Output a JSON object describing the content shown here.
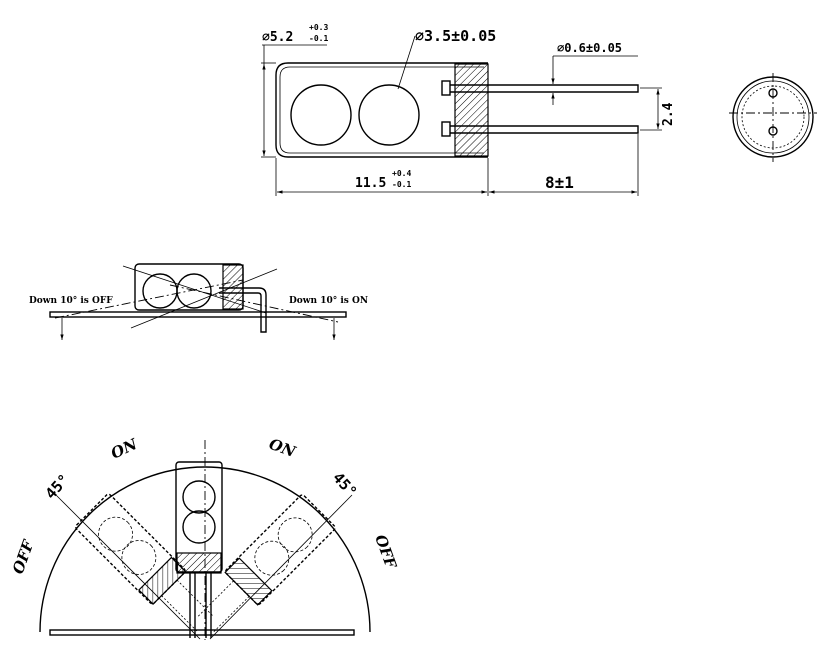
{
  "dimensions": {
    "body_diameter": "⌀5.2",
    "body_diameter_tol_upper": "+0.3",
    "body_diameter_tol_lower": "-0.1",
    "ball_diameter": "⌀3.5±0.05",
    "pin_diameter": "⌀0.6±0.05",
    "pin_pitch": "2.4",
    "body_length": "11.5",
    "body_length_tol_upper": "+0.4",
    "body_length_tol_lower": "-0.1",
    "pin_length": "8±1"
  },
  "tilt_view": {
    "left_note": "Down 10° is OFF",
    "right_note": "Down 10° is ON"
  },
  "angle_view": {
    "on_left": "ON",
    "on_right": "ON",
    "off_left": "OFF",
    "off_right": "OFF",
    "angle_left": "45°",
    "angle_right": "45°"
  }
}
